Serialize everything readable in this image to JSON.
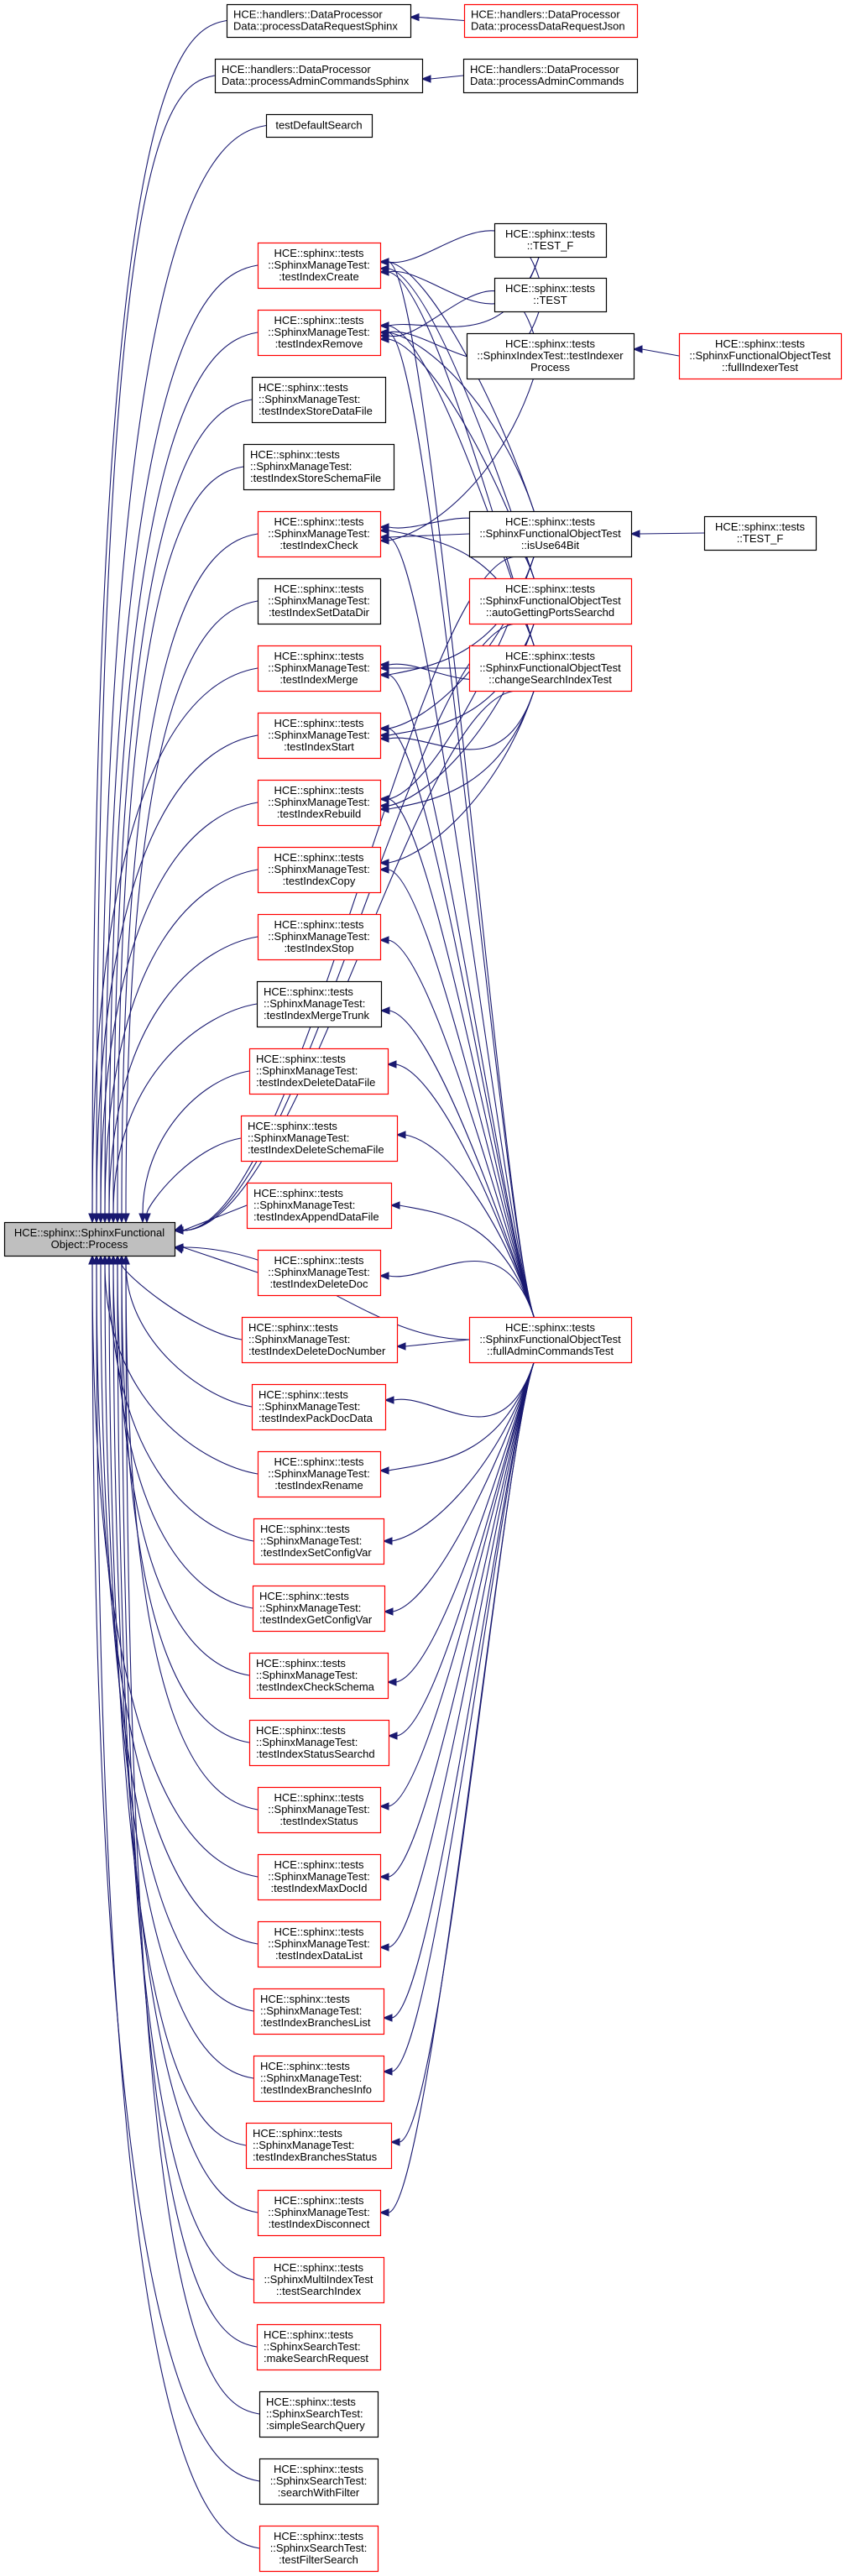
{
  "title": "HCE::sphinx::SphinxFunctionalObject::Process caller graph",
  "colors": {
    "edge": "#191970",
    "border_normal": "#000000",
    "border_truncated": "#ff0000",
    "root_fill": "#bfbfbf",
    "node_fill": "#ffffff"
  },
  "nodes": [
    {
      "id": "root",
      "lines": [
        "HCE::sphinx::SphinxFunctional",
        "Object::Process"
      ],
      "style": "root"
    },
    {
      "id": "processDataRequestSphinx",
      "lines": [
        "HCE::handlers::DataProcessor",
        "Data::processDataRequestSphinx"
      ],
      "style": "normal",
      "align": "left"
    },
    {
      "id": "processDataRequestJson",
      "lines": [
        "HCE::handlers::DataProcessor",
        "Data::processDataRequestJson"
      ],
      "style": "truncated",
      "align": "left"
    },
    {
      "id": "processAdminCommandsSphinx",
      "lines": [
        "HCE::handlers::DataProcessor",
        "Data::processAdminCommandsSphinx"
      ],
      "style": "normal",
      "align": "left"
    },
    {
      "id": "processAdminCommands",
      "lines": [
        "HCE::handlers::DataProcessor",
        "Data::processAdminCommands"
      ],
      "style": "normal",
      "align": "left"
    },
    {
      "id": "testDefaultSearch",
      "lines": [
        "testDefaultSearch"
      ],
      "style": "normal"
    },
    {
      "id": "testIndexCreate",
      "lines": [
        "HCE::sphinx::tests",
        "::SphinxManageTest:",
        ":testIndexCreate"
      ],
      "style": "truncated"
    },
    {
      "id": "testIndexRemove",
      "lines": [
        "HCE::sphinx::tests",
        "::SphinxManageTest:",
        ":testIndexRemove"
      ],
      "style": "truncated"
    },
    {
      "id": "testIndexStoreDataFile",
      "lines": [
        "HCE::sphinx::tests",
        "::SphinxManageTest:",
        ":testIndexStoreDataFile"
      ],
      "style": "normal",
      "align": "left"
    },
    {
      "id": "testIndexStoreSchemaFile",
      "lines": [
        "HCE::sphinx::tests",
        "::SphinxManageTest:",
        ":testIndexStoreSchemaFile"
      ],
      "style": "normal",
      "align": "left"
    },
    {
      "id": "testIndexCheck",
      "lines": [
        "HCE::sphinx::tests",
        "::SphinxManageTest:",
        ":testIndexCheck"
      ],
      "style": "truncated"
    },
    {
      "id": "testIndexSetDataDir",
      "lines": [
        "HCE::sphinx::tests",
        "::SphinxManageTest:",
        ":testIndexSetDataDir"
      ],
      "style": "normal"
    },
    {
      "id": "testIndexMerge",
      "lines": [
        "HCE::sphinx::tests",
        "::SphinxManageTest:",
        ":testIndexMerge"
      ],
      "style": "truncated"
    },
    {
      "id": "testIndexStart",
      "lines": [
        "HCE::sphinx::tests",
        "::SphinxManageTest:",
        ":testIndexStart"
      ],
      "style": "truncated"
    },
    {
      "id": "testIndexRebuild",
      "lines": [
        "HCE::sphinx::tests",
        "::SphinxManageTest:",
        ":testIndexRebuild"
      ],
      "style": "truncated"
    },
    {
      "id": "testIndexCopy",
      "lines": [
        "HCE::sphinx::tests",
        "::SphinxManageTest:",
        ":testIndexCopy"
      ],
      "style": "truncated"
    },
    {
      "id": "testIndexStop",
      "lines": [
        "HCE::sphinx::tests",
        "::SphinxManageTest:",
        ":testIndexStop"
      ],
      "style": "truncated"
    },
    {
      "id": "testIndexMergeTrunk",
      "lines": [
        "HCE::sphinx::tests",
        "::SphinxManageTest:",
        ":testIndexMergeTrunk"
      ],
      "style": "normal",
      "align": "left"
    },
    {
      "id": "testIndexDeleteDataFile",
      "lines": [
        "HCE::sphinx::tests",
        "::SphinxManageTest:",
        ":testIndexDeleteDataFile"
      ],
      "style": "truncated",
      "align": "left"
    },
    {
      "id": "testIndexDeleteSchemaFile",
      "lines": [
        "HCE::sphinx::tests",
        "::SphinxManageTest:",
        ":testIndexDeleteSchemaFile"
      ],
      "style": "truncated",
      "align": "left"
    },
    {
      "id": "testIndexAppendDataFile",
      "lines": [
        "HCE::sphinx::tests",
        "::SphinxManageTest:",
        ":testIndexAppendDataFile"
      ],
      "style": "truncated",
      "align": "left"
    },
    {
      "id": "testIndexDeleteDoc",
      "lines": [
        "HCE::sphinx::tests",
        "::SphinxManageTest:",
        ":testIndexDeleteDoc"
      ],
      "style": "truncated"
    },
    {
      "id": "testIndexDeleteDocNumber",
      "lines": [
        "HCE::sphinx::tests",
        "::SphinxManageTest:",
        ":testIndexDeleteDocNumber"
      ],
      "style": "truncated",
      "align": "left"
    },
    {
      "id": "testIndexPackDocData",
      "lines": [
        "HCE::sphinx::tests",
        "::SphinxManageTest:",
        ":testIndexPackDocData"
      ],
      "style": "truncated",
      "align": "left"
    },
    {
      "id": "testIndexRename",
      "lines": [
        "HCE::sphinx::tests",
        "::SphinxManageTest:",
        ":testIndexRename"
      ],
      "style": "truncated"
    },
    {
      "id": "testIndexSetConfigVar",
      "lines": [
        "HCE::sphinx::tests",
        "::SphinxManageTest:",
        ":testIndexSetConfigVar"
      ],
      "style": "truncated",
      "align": "left"
    },
    {
      "id": "testIndexGetConfigVar",
      "lines": [
        "HCE::sphinx::tests",
        "::SphinxManageTest:",
        ":testIndexGetConfigVar"
      ],
      "style": "truncated",
      "align": "left"
    },
    {
      "id": "testIndexCheckSchema",
      "lines": [
        "HCE::sphinx::tests",
        "::SphinxManageTest:",
        ":testIndexCheckSchema"
      ],
      "style": "truncated",
      "align": "left"
    },
    {
      "id": "testIndexStatusSearchd",
      "lines": [
        "HCE::sphinx::tests",
        "::SphinxManageTest:",
        ":testIndexStatusSearchd"
      ],
      "style": "truncated",
      "align": "left"
    },
    {
      "id": "testIndexStatus",
      "lines": [
        "HCE::sphinx::tests",
        "::SphinxManageTest:",
        ":testIndexStatus"
      ],
      "style": "truncated"
    },
    {
      "id": "testIndexMaxDocId",
      "lines": [
        "HCE::sphinx::tests",
        "::SphinxManageTest:",
        ":testIndexMaxDocId"
      ],
      "style": "truncated"
    },
    {
      "id": "testIndexDataList",
      "lines": [
        "HCE::sphinx::tests",
        "::SphinxManageTest:",
        ":testIndexDataList"
      ],
      "style": "truncated"
    },
    {
      "id": "testIndexBranchesList",
      "lines": [
        "HCE::sphinx::tests",
        "::SphinxManageTest:",
        ":testIndexBranchesList"
      ],
      "style": "truncated",
      "align": "left"
    },
    {
      "id": "testIndexBranchesInfo",
      "lines": [
        "HCE::sphinx::tests",
        "::SphinxManageTest:",
        ":testIndexBranchesInfo"
      ],
      "style": "truncated",
      "align": "left"
    },
    {
      "id": "testIndexBranchesStatus",
      "lines": [
        "HCE::sphinx::tests",
        "::SphinxManageTest:",
        ":testIndexBranchesStatus"
      ],
      "style": "truncated",
      "align": "left"
    },
    {
      "id": "testIndexDisconnect",
      "lines": [
        "HCE::sphinx::tests",
        "::SphinxManageTest:",
        ":testIndexDisconnect"
      ],
      "style": "truncated"
    },
    {
      "id": "testSearchIndex",
      "lines": [
        "HCE::sphinx::tests",
        "::SphinxMultiIndexTest",
        "::testSearchIndex"
      ],
      "style": "truncated"
    },
    {
      "id": "makeSearchRequest",
      "lines": [
        "HCE::sphinx::tests",
        "::SphinxSearchTest:",
        ":makeSearchRequest"
      ],
      "style": "truncated",
      "align": "left"
    },
    {
      "id": "simpleSearchQuery",
      "lines": [
        "HCE::sphinx::tests",
        "::SphinxSearchTest:",
        ":simpleSearchQuery"
      ],
      "style": "normal",
      "align": "left"
    },
    {
      "id": "searchWithFilter",
      "lines": [
        "HCE::sphinx::tests",
        "::SphinxSearchTest:",
        ":searchWithFilter"
      ],
      "style": "normal"
    },
    {
      "id": "testFilterSearch",
      "lines": [
        "HCE::sphinx::tests",
        "::SphinxSearchTest:",
        ":testFilterSearch"
      ],
      "style": "truncated"
    },
    {
      "id": "TEST_F_a",
      "lines": [
        "HCE::sphinx::tests",
        "::TEST_F"
      ],
      "style": "normal"
    },
    {
      "id": "TEST_a",
      "lines": [
        "HCE::sphinx::tests",
        "::TEST"
      ],
      "style": "normal"
    },
    {
      "id": "testIndexerProcess",
      "lines": [
        "HCE::sphinx::tests",
        "::SphinxIndexTest::testIndexer",
        "Process"
      ],
      "style": "normal"
    },
    {
      "id": "fullIndexerTest",
      "lines": [
        "HCE::sphinx::tests",
        "::SphinxFunctionalObjectTest",
        "::fullIndexerTest"
      ],
      "style": "truncated"
    },
    {
      "id": "isUse64Bit",
      "lines": [
        "HCE::sphinx::tests",
        "::SphinxFunctionalObjectTest",
        "::isUse64Bit"
      ],
      "style": "normal"
    },
    {
      "id": "TEST_F_b",
      "lines": [
        "HCE::sphinx::tests",
        "::TEST_F"
      ],
      "style": "normal"
    },
    {
      "id": "autoGettingPortsSearchd",
      "lines": [
        "HCE::sphinx::tests",
        "::SphinxFunctionalObjectTest",
        "::autoGettingPortsSearchd"
      ],
      "style": "truncated"
    },
    {
      "id": "changeSearchIndexTest",
      "lines": [
        "HCE::sphinx::tests",
        "::SphinxFunctionalObjectTest",
        "::changeSearchIndexTest"
      ],
      "style": "truncated"
    },
    {
      "id": "fullAdminCommandsTest",
      "lines": [
        "HCE::sphinx::tests",
        "::SphinxFunctionalObjectTest",
        "::fullAdminCommandsTest"
      ],
      "style": "truncated"
    }
  ],
  "edges": [
    [
      "processDataRequestSphinx",
      "root"
    ],
    [
      "processDataRequestJson",
      "processDataRequestSphinx"
    ],
    [
      "processAdminCommandsSphinx",
      "root"
    ],
    [
      "processAdminCommands",
      "processAdminCommandsSphinx"
    ],
    [
      "testDefaultSearch",
      "root"
    ],
    [
      "testIndexCreate",
      "root"
    ],
    [
      "testIndexRemove",
      "root"
    ],
    [
      "testIndexStoreDataFile",
      "root"
    ],
    [
      "testIndexStoreSchemaFile",
      "root"
    ],
    [
      "testIndexCheck",
      "root"
    ],
    [
      "testIndexSetDataDir",
      "root"
    ],
    [
      "testIndexMerge",
      "root"
    ],
    [
      "testIndexStart",
      "root"
    ],
    [
      "testIndexRebuild",
      "root"
    ],
    [
      "testIndexCopy",
      "root"
    ],
    [
      "testIndexStop",
      "root"
    ],
    [
      "testIndexMergeTrunk",
      "root"
    ],
    [
      "testIndexDeleteDataFile",
      "root"
    ],
    [
      "testIndexDeleteSchemaFile",
      "root"
    ],
    [
      "testIndexAppendDataFile",
      "root"
    ],
    [
      "testIndexDeleteDoc",
      "root"
    ],
    [
      "testIndexDeleteDocNumber",
      "root"
    ],
    [
      "testIndexPackDocData",
      "root"
    ],
    [
      "testIndexRename",
      "root"
    ],
    [
      "testIndexSetConfigVar",
      "root"
    ],
    [
      "testIndexGetConfigVar",
      "root"
    ],
    [
      "testIndexCheckSchema",
      "root"
    ],
    [
      "testIndexStatusSearchd",
      "root"
    ],
    [
      "testIndexStatus",
      "root"
    ],
    [
      "testIndexMaxDocId",
      "root"
    ],
    [
      "testIndexDataList",
      "root"
    ],
    [
      "testIndexBranchesList",
      "root"
    ],
    [
      "testIndexBranchesInfo",
      "root"
    ],
    [
      "testIndexBranchesStatus",
      "root"
    ],
    [
      "testIndexDisconnect",
      "root"
    ],
    [
      "testSearchIndex",
      "root"
    ],
    [
      "makeSearchRequest",
      "root"
    ],
    [
      "simpleSearchQuery",
      "root"
    ],
    [
      "searchWithFilter",
      "root"
    ],
    [
      "testFilterSearch",
      "root"
    ],
    [
      "isUse64Bit",
      "root"
    ],
    [
      "autoGettingPortsSearchd",
      "root"
    ],
    [
      "changeSearchIndexTest",
      "root"
    ],
    [
      "fullAdminCommandsTest",
      "root"
    ],
    [
      "TEST_F_a",
      "testIndexCreate"
    ],
    [
      "TEST_F_a",
      "testIndexRemove"
    ],
    [
      "TEST_a",
      "testIndexCreate"
    ],
    [
      "TEST_a",
      "testIndexRemove"
    ],
    [
      "testIndexerProcess",
      "testIndexRemove"
    ],
    [
      "testIndexerProcess",
      "testIndexCheck"
    ],
    [
      "fullIndexerTest",
      "testIndexerProcess"
    ],
    [
      "isUse64Bit",
      "testIndexCreate"
    ],
    [
      "isUse64Bit",
      "testIndexRemove"
    ],
    [
      "isUse64Bit",
      "testIndexCheck"
    ],
    [
      "isUse64Bit",
      "testIndexMerge"
    ],
    [
      "isUse64Bit",
      "testIndexStart"
    ],
    [
      "isUse64Bit",
      "testIndexRebuild"
    ],
    [
      "TEST_F_b",
      "isUse64Bit"
    ],
    [
      "autoGettingPortsSearchd",
      "testIndexCreate"
    ],
    [
      "autoGettingPortsSearchd",
      "testIndexRemove"
    ],
    [
      "autoGettingPortsSearchd",
      "testIndexCheck"
    ],
    [
      "autoGettingPortsSearchd",
      "testIndexMerge"
    ],
    [
      "autoGettingPortsSearchd",
      "testIndexStart"
    ],
    [
      "autoGettingPortsSearchd",
      "testIndexRebuild"
    ],
    [
      "changeSearchIndexTest",
      "testIndexCreate"
    ],
    [
      "changeSearchIndexTest",
      "testIndexRemove"
    ],
    [
      "changeSearchIndexTest",
      "testIndexCheck"
    ],
    [
      "changeSearchIndexTest",
      "testIndexMerge"
    ],
    [
      "changeSearchIndexTest",
      "testIndexStart"
    ],
    [
      "changeSearchIndexTest",
      "testIndexRebuild"
    ],
    [
      "changeSearchIndexTest",
      "testIndexCopy"
    ],
    [
      "fullAdminCommandsTest",
      "testIndexCreate"
    ],
    [
      "fullAdminCommandsTest",
      "testIndexRemove"
    ],
    [
      "fullAdminCommandsTest",
      "testIndexCheck"
    ],
    [
      "fullAdminCommandsTest",
      "testIndexMerge"
    ],
    [
      "fullAdminCommandsTest",
      "testIndexStart"
    ],
    [
      "fullAdminCommandsTest",
      "testIndexRebuild"
    ],
    [
      "fullAdminCommandsTest",
      "testIndexCopy"
    ],
    [
      "fullAdminCommandsTest",
      "testIndexStop"
    ],
    [
      "fullAdminCommandsTest",
      "testIndexMergeTrunk"
    ],
    [
      "fullAdminCommandsTest",
      "testIndexDeleteDataFile"
    ],
    [
      "fullAdminCommandsTest",
      "testIndexDeleteSchemaFile"
    ],
    [
      "fullAdminCommandsTest",
      "testIndexAppendDataFile"
    ],
    [
      "fullAdminCommandsTest",
      "testIndexDeleteDoc"
    ],
    [
      "fullAdminCommandsTest",
      "testIndexDeleteDocNumber"
    ],
    [
      "fullAdminCommandsTest",
      "testIndexPackDocData"
    ],
    [
      "fullAdminCommandsTest",
      "testIndexRename"
    ],
    [
      "fullAdminCommandsTest",
      "testIndexSetConfigVar"
    ],
    [
      "fullAdminCommandsTest",
      "testIndexGetConfigVar"
    ],
    [
      "fullAdminCommandsTest",
      "testIndexCheckSchema"
    ],
    [
      "fullAdminCommandsTest",
      "testIndexStatusSearchd"
    ],
    [
      "fullAdminCommandsTest",
      "testIndexStatus"
    ],
    [
      "fullAdminCommandsTest",
      "testIndexMaxDocId"
    ],
    [
      "fullAdminCommandsTest",
      "testIndexDataList"
    ],
    [
      "fullAdminCommandsTest",
      "testIndexBranchesList"
    ],
    [
      "fullAdminCommandsTest",
      "testIndexBranchesInfo"
    ],
    [
      "fullAdminCommandsTest",
      "testIndexBranchesStatus"
    ],
    [
      "fullAdminCommandsTest",
      "testIndexDisconnect"
    ]
  ]
}
